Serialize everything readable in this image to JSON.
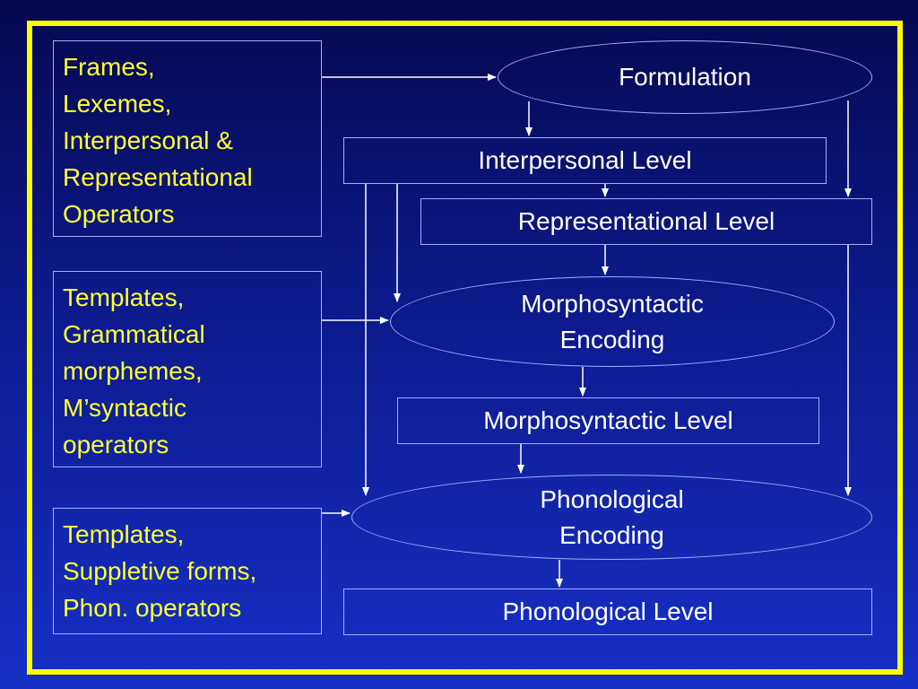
{
  "colors": {
    "frame": "#ffff00",
    "input_text": "#ffff33",
    "node_text": "#ffffff",
    "background": "#0d1a8c"
  },
  "inputs": {
    "frames": [
      "Frames,",
      "Lexemes,",
      "Interpersonal &",
      "Representational",
      "Operators"
    ],
    "templates_grammatical": [
      "Templates,",
      "Grammatical",
      "morphemes,",
      "M’syntactic",
      "operators"
    ],
    "templates_suppletive": [
      "Templates,",
      "Suppletive forms,",
      "Phon. operators"
    ]
  },
  "nodes": {
    "formulation": "Formulation",
    "interpersonal_level": "Interpersonal Level",
    "representational_level": "Representational Level",
    "morphosyntactic_encoding": [
      "Morphosyntactic",
      "Encoding"
    ],
    "morphosyntactic_level": "Morphosyntactic Level",
    "phonological_encoding": [
      "Phonological",
      "Encoding"
    ],
    "phonological_level": "Phonological Level"
  }
}
